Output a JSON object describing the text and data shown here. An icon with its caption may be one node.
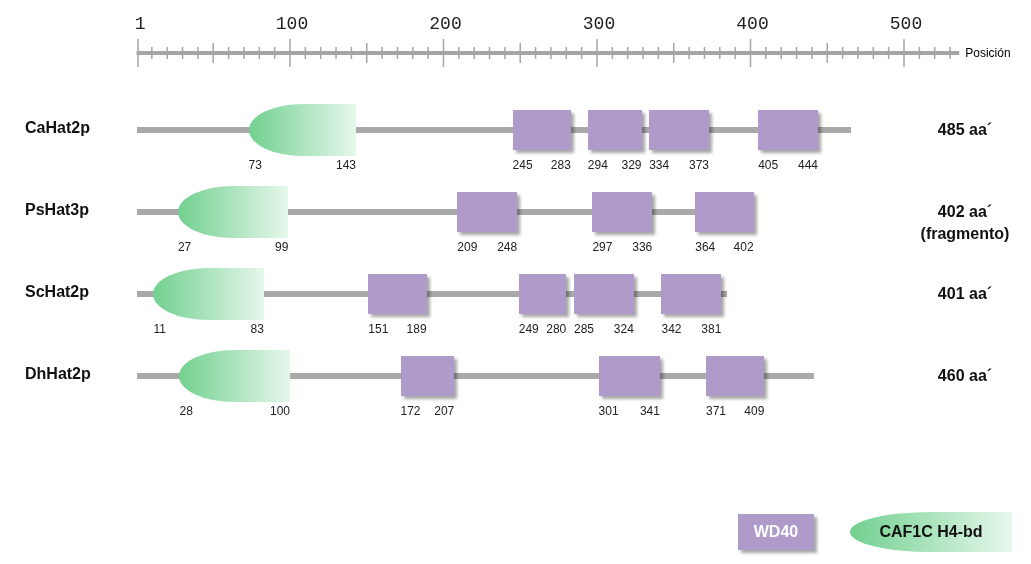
{
  "diagram": {
    "nodes": [
      {
        "text": [
          "CaHat2p"
        ]
      },
      {
        "text": [],
        "shape": "oval",
        "beside": [
          "73",
          "143"
        ]
      },
      {
        "text": [],
        "shape": "box",
        "beside": [
          "245",
          "283"
        ]
      },
      {
        "text": [],
        "shape": "box",
        "beside": [
          "294",
          "329"
        ]
      },
      {
        "text": [],
        "shape": "box",
        "beside": [
          "334",
          "373"
        ]
      },
      {
        "text": [],
        "shape": "box",
        "beside": [
          "405",
          "444"
        ]
      },
      {
        "text": [
          "PsHat3p"
        ]
      },
      {
        "text": [],
        "shape": "oval",
        "beside": [
          "27",
          "99"
        ]
      },
      {
        "text": [],
        "shape": "box",
        "beside": [
          "209",
          "248"
        ]
      },
      {
        "text": [],
        "shape": "box",
        "beside": [
          "297",
          "336"
        ]
      },
      {
        "text": [],
        "shape": "box",
        "beside": [
          "364",
          "402"
        ]
      },
      {
        "text": [
          "ScHat2p"
        ]
      },
      {
        "text": [],
        "shape": "oval",
        "beside": [
          "11",
          "83"
        ]
      },
      {
        "text": [],
        "shape": "box",
        "beside": [
          "151",
          "189"
        ]
      },
      {
        "text": [],
        "shape": "box",
        "beside": [
          "249",
          "280"
        ]
      },
      {
        "text": [],
        "shape": "box",
        "beside": [
          "285",
          "324"
        ]
      },
      {
        "text": [],
        "shape": "box",
        "beside": [
          "342",
          "381"
        ]
      },
      {
        "text": [
          "DhHat2p"
        ]
      },
      {
        "text": [],
        "shape": "oval",
        "beside": [
          "28",
          "100"
        ]
      },
      {
        "text": [],
        "shape": "box",
        "beside": [
          "172",
          "207"
        ]
      },
      {
        "text": [],
        "shape": "box",
        "beside": [
          "301",
          "341"
        ]
      },
      {
        "text": [],
        "shape": "box",
        "beside": [
          "371",
          "409"
        ]
      }
    ],
    "labels": [
      "1",
      "100",
      "200",
      "300",
      "400",
      "500",
      "Posición",
      "485 aa´",
      "402 aa´",
      "(fragmento)",
      "401 aa´",
      "460 aa´"
    ],
    "legend": [
      {
        "text": "WD40"
      },
      {
        "text": "CAF1C H4-bd"
      }
    ]
  }
}
